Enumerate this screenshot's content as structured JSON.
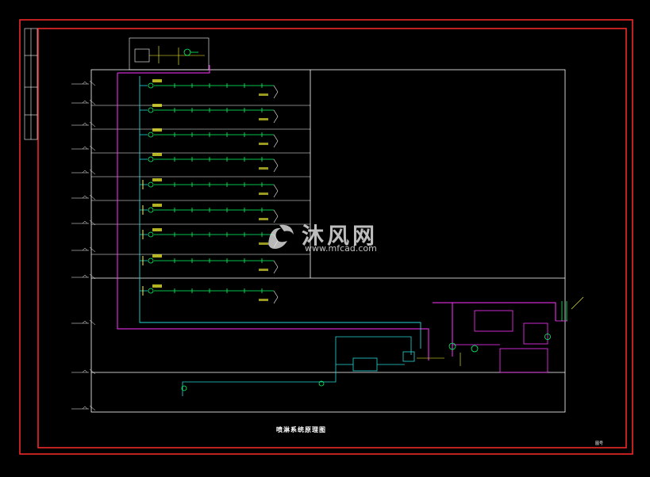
{
  "drawing_title": "喷淋系统原理图",
  "sheet_label": "图号",
  "watermark": {
    "brand": "沐风网",
    "url": "www.mfcad.com"
  },
  "colors": {
    "frame_red": "#ff2a2a",
    "white": "#ffffff",
    "green": "#00ff66",
    "cyan": "#29d6d6",
    "magenta": "#ff33ff",
    "yellow": "#ffff33"
  }
}
